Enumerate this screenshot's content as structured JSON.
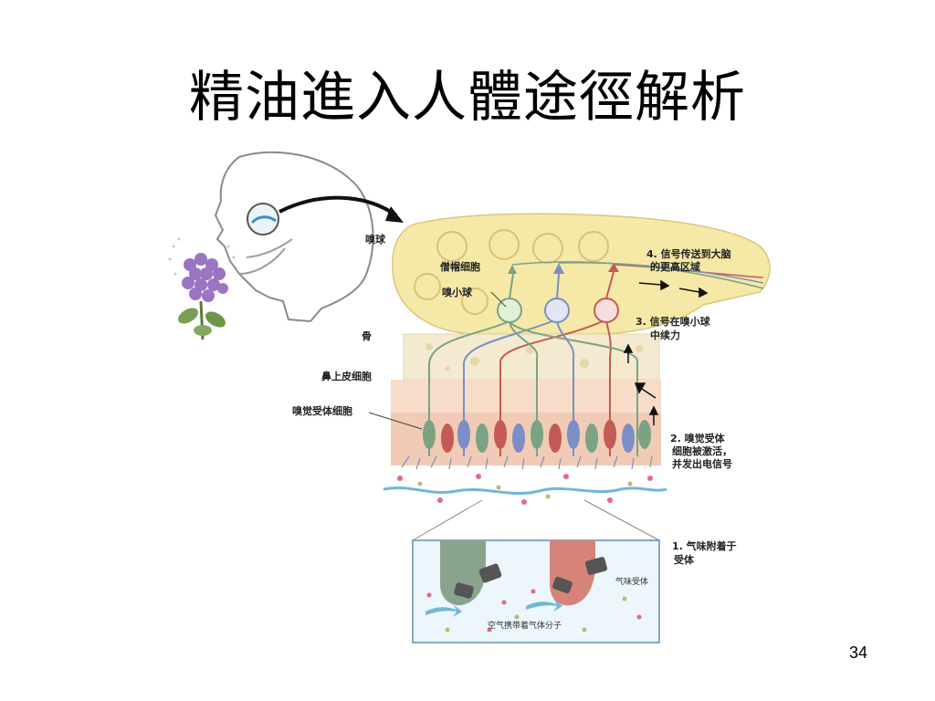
{
  "title": "精油進入人體途徑解析",
  "page_number": "34",
  "diagram": {
    "labels": {
      "olfactory_bulb": "嗅球",
      "mitral_cell": "僧帽细胞",
      "glomerulus": "嗅小球",
      "bone": "骨",
      "epithelial_cell": "鼻上皮细胞",
      "receptor_cell": "嗅觉受体细胞",
      "step4_line1": "4. 信号传送到大脑",
      "step4_line2": "的更高区域",
      "step3_line1": "3. 信号在嗅小球",
      "step3_line2": "中续力",
      "step2_line1": "2. 嗅觉受体",
      "step2_line2": "细胞被激活，",
      "step2_line3": "并发出电信号",
      "step1_line1": "1. 气味附着于",
      "step1_line2": "受体",
      "odor_receptor": "气味受体",
      "air_molecules": "空气携带着气体分子"
    },
    "colors": {
      "bulb_fill": "#f6e8a6",
      "bone_fill": "#f3ead0",
      "epithelium_fill": "#f1cbb6",
      "cell_green": "#7aa383",
      "cell_red": "#c45a55",
      "cell_blue": "#7b8fc6",
      "flower_purple": "#9b74c4",
      "mucus_blue": "#6fb7d8"
    }
  }
}
